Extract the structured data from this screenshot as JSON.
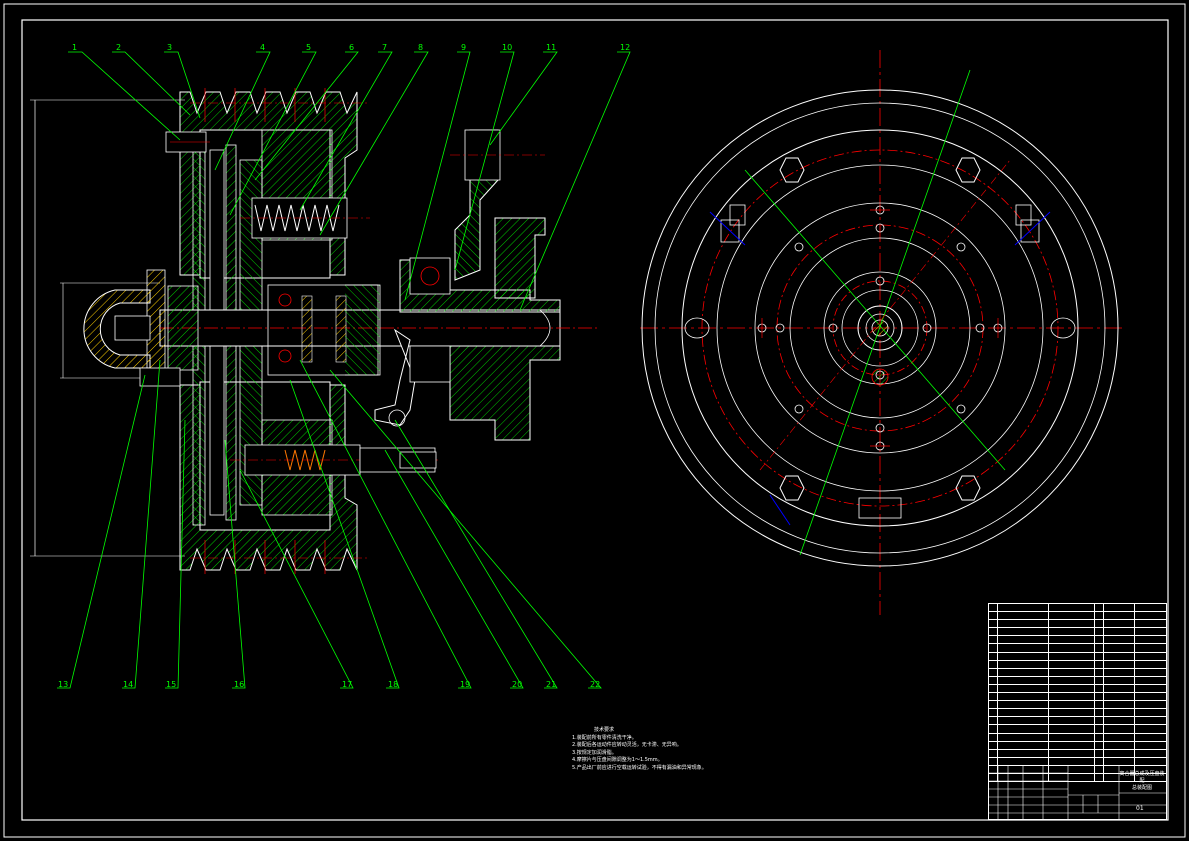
{
  "drawing": {
    "part_labels": [
      "1",
      "2",
      "3",
      "4",
      "5",
      "6",
      "7",
      "8",
      "9",
      "10",
      "11",
      "12",
      "13",
      "14",
      "15",
      "16",
      "17",
      "18",
      "19",
      "20",
      "21",
      "22"
    ],
    "tech_notes_title": "技术要求",
    "tech_notes": [
      "1.装配前所有零件清洗干净。",
      "2.装配后各运动件应转动灵活，无卡滞、无异响。",
      "3.按规定加润滑脂。",
      "4.摩擦片与压盘间隙调整为1～1.5mm。",
      "5.产品出厂前应进行空载运转试验，不得有漏油和异常现象。"
    ],
    "title_block": {
      "drawing_name": "离合器总成及压盘装配",
      "drawing_name_line2": "总装配图",
      "drawing_code": "01"
    },
    "colors": {
      "background": "#000000",
      "outline": "#ffffff",
      "hatch": "#00ff00",
      "centerline": "#ff0000",
      "dimension": "#ffffff",
      "accent": "#0000ff"
    }
  }
}
